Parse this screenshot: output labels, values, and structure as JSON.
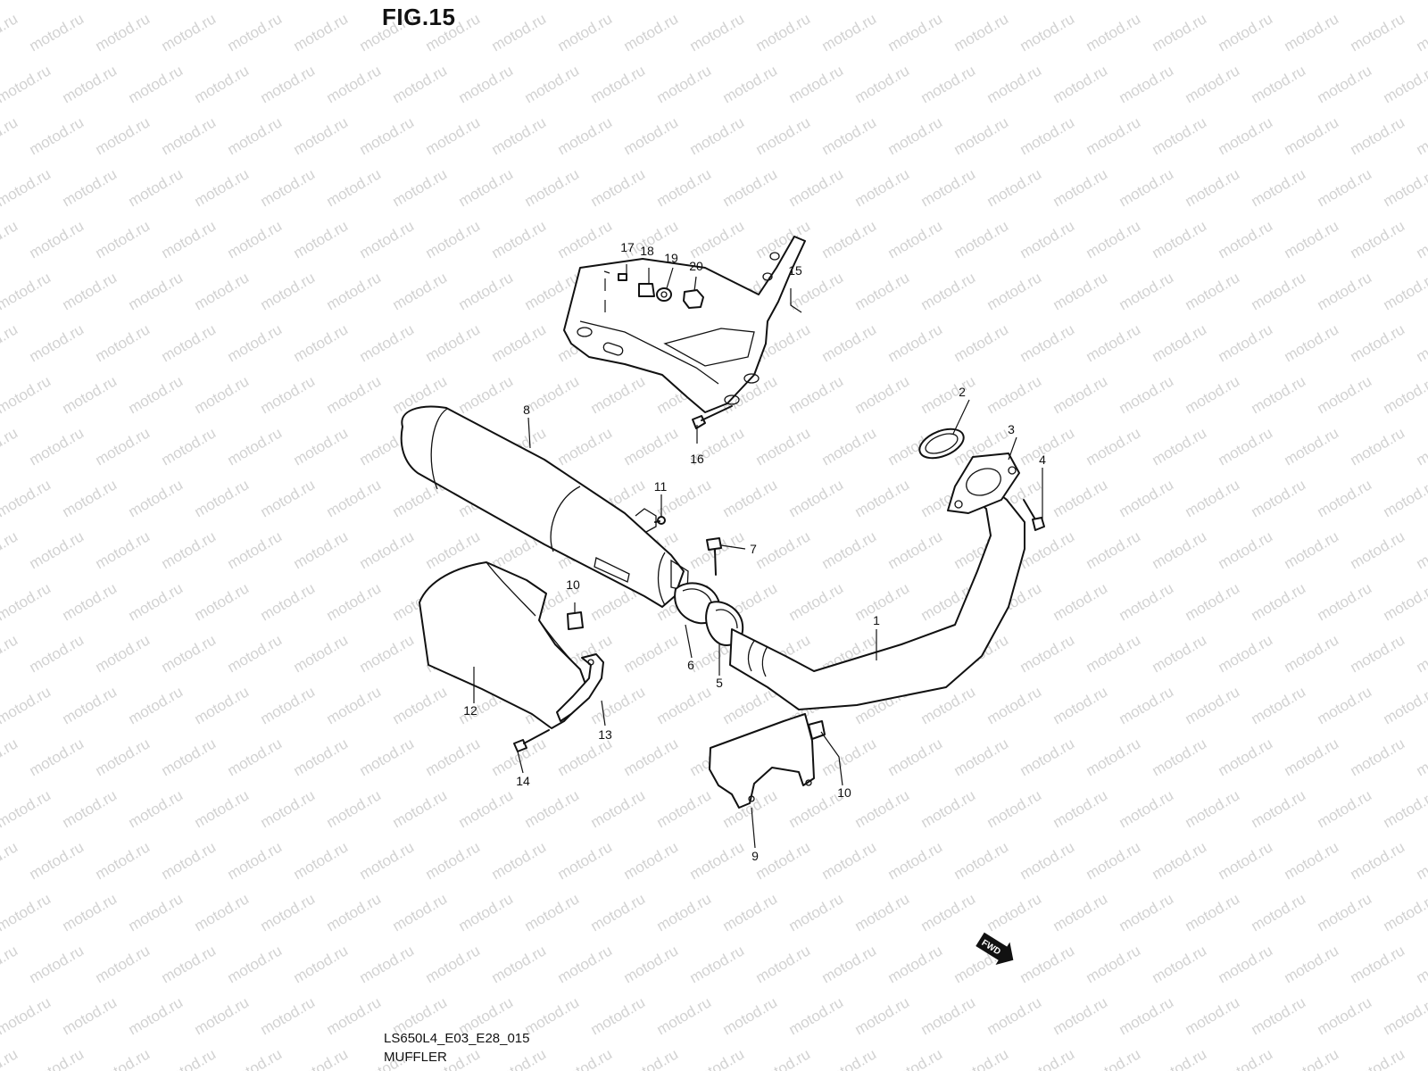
{
  "figure": {
    "title": "FIG.15",
    "diagram_code": "LS650L4_E03_E28_015",
    "assembly_name": "MUFFLER"
  },
  "watermark": {
    "text": "motod.ru"
  },
  "direction_badge": {
    "label": "FWD"
  },
  "callouts": [
    {
      "id": "callout-1",
      "number": "1"
    },
    {
      "id": "callout-2",
      "number": "2"
    },
    {
      "id": "callout-3",
      "number": "3"
    },
    {
      "id": "callout-4",
      "number": "4"
    },
    {
      "id": "callout-5",
      "number": "5"
    },
    {
      "id": "callout-6",
      "number": "6"
    },
    {
      "id": "callout-7",
      "number": "7"
    },
    {
      "id": "callout-8",
      "number": "8"
    },
    {
      "id": "callout-9",
      "number": "9"
    },
    {
      "id": "callout-10a",
      "number": "10"
    },
    {
      "id": "callout-10b",
      "number": "10"
    },
    {
      "id": "callout-11",
      "number": "11"
    },
    {
      "id": "callout-12",
      "number": "12"
    },
    {
      "id": "callout-13",
      "number": "13"
    },
    {
      "id": "callout-14",
      "number": "14"
    },
    {
      "id": "callout-15",
      "number": "15"
    },
    {
      "id": "callout-16",
      "number": "16"
    },
    {
      "id": "callout-17",
      "number": "17"
    },
    {
      "id": "callout-18",
      "number": "18"
    },
    {
      "id": "callout-19",
      "number": "19"
    },
    {
      "id": "callout-20",
      "number": "20"
    }
  ]
}
